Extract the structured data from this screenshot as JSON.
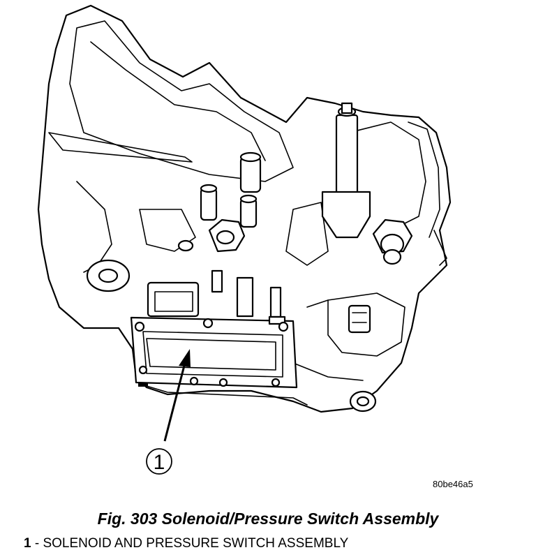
{
  "figure": {
    "callout_number": "1",
    "reference_code": "80be46a5",
    "caption": "Fig. 303 Solenoid/Pressure Switch Assembly"
  },
  "legend": {
    "items": [
      {
        "number": "1",
        "separator": " - ",
        "label": "SOLENOID AND PRESSURE SWITCH ASSEMBLY"
      }
    ]
  }
}
